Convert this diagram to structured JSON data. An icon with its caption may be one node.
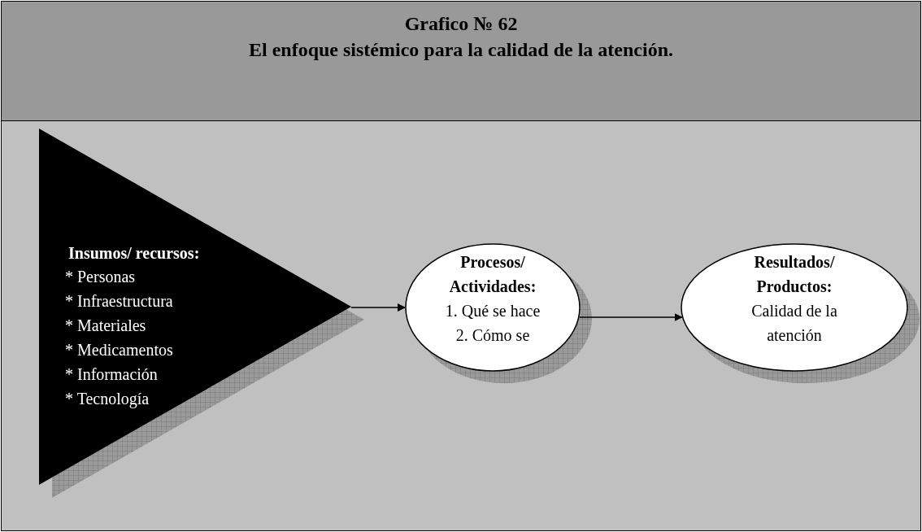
{
  "diagram": {
    "title": "Grafico № 62",
    "nodes": [
      {
        "text": [
          "Insumos/ recursos:",
          "* Personas",
          "* Infraestructura",
          "* Materiales",
          "* Medicamentos",
          "* Información",
          "* Tecnología"
        ]
      },
      {
        "text": [
          "Procesos/ Actividades:",
          "1. Qué se hace",
          "2. Cómo se"
        ]
      },
      {
        "text": [
          "Resultados/ Productos:",
          "Calidad de la atención"
        ]
      }
    ],
    "edges": [
      {
        "from": 0,
        "to": 1,
        "arrow": "to"
      },
      {
        "from": 1,
        "to": 2,
        "arrow": "to"
      }
    ],
    "labels": [
      "El enfoque sistémico para la calidad de la atención."
    ]
  }
}
